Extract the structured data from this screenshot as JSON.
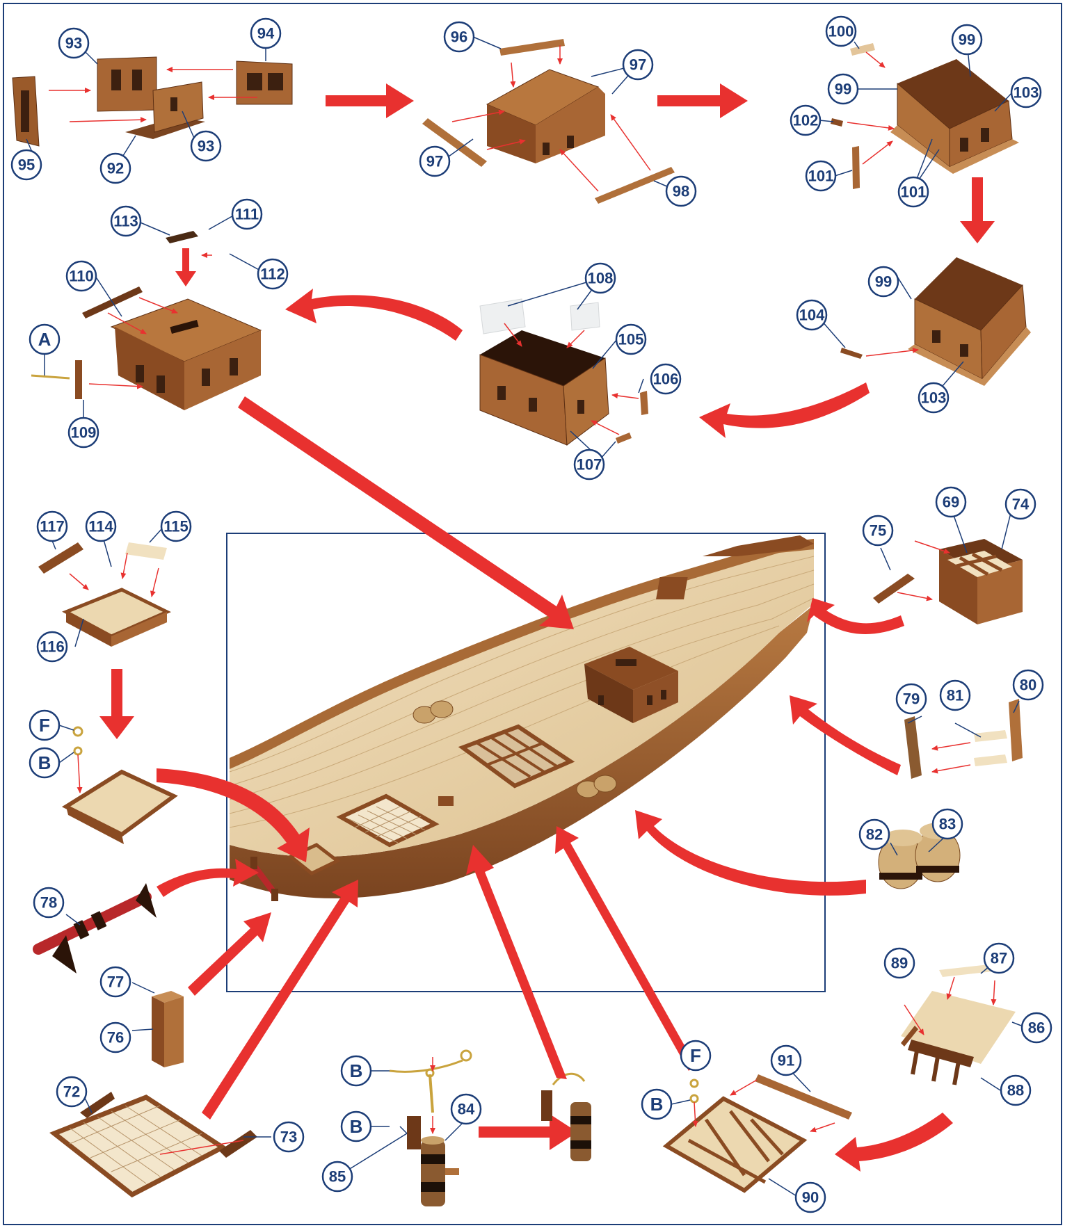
{
  "colors": {
    "callout_blue": "#1c3d77",
    "arrow_red": "#e8312f",
    "wood_dark": "#8a4b22",
    "wood_mid": "#b0703a",
    "wood_light": "#e8cfa0",
    "brass": "#c9a33d"
  },
  "callouts": {
    "c93a": "93",
    "c94": "94",
    "c95": "95",
    "c92": "92",
    "c93b": "93",
    "c96": "96",
    "c97a": "97",
    "c97b": "97",
    "c98": "98",
    "c100": "100",
    "c99a": "99",
    "c99b": "99",
    "c103a": "103",
    "c102": "102",
    "c101a": "101",
    "c101b": "101",
    "c113": "113",
    "c111": "111",
    "c112": "112",
    "c110": "110",
    "c109": "109",
    "c108": "108",
    "c105": "105",
    "c106": "106",
    "c107": "107",
    "c99c": "99",
    "c104": "104",
    "c103b": "103",
    "c117": "117",
    "c114": "114",
    "c115": "115",
    "c116": "116",
    "c75": "75",
    "c69": "69",
    "c74": "74",
    "c79": "79",
    "c81": "81",
    "c80": "80",
    "c82": "82",
    "c83": "83",
    "c78": "78",
    "c77": "77",
    "c76": "76",
    "c72": "72",
    "c73": "73",
    "c84": "84",
    "c85": "85",
    "c91": "91",
    "c90": "90",
    "c89": "89",
    "c87": "87",
    "c86": "86",
    "c88": "88"
  },
  "letters": {
    "lA": "A",
    "lF1": "F",
    "lB1": "B",
    "lB2": "B",
    "lB3": "B",
    "lF2": "F",
    "lB4": "B"
  }
}
